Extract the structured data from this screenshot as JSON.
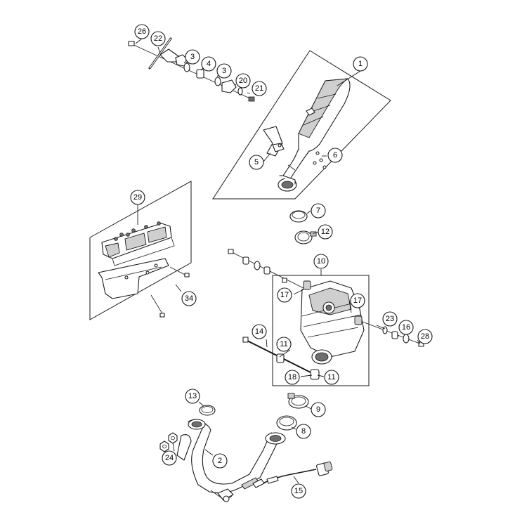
{
  "diagram": {
    "callouts": {
      "c1": "1",
      "c2": "2",
      "c3a": "3",
      "c3b": "3",
      "c4": "4",
      "c5": "5",
      "c6": "6",
      "c7": "7",
      "c8": "8",
      "c9": "9",
      "c10": "10",
      "c11a": "11",
      "c11b": "11",
      "c12": "12",
      "c13": "13",
      "c14": "14",
      "c15": "15",
      "c16": "16",
      "c17a": "17",
      "c17b": "17",
      "c18": "18",
      "c20": "20",
      "c21": "21",
      "c22": "22",
      "c23": "23",
      "c24": "24",
      "c26": "26",
      "c28": "28",
      "c29": "29",
      "c34": "34"
    }
  }
}
